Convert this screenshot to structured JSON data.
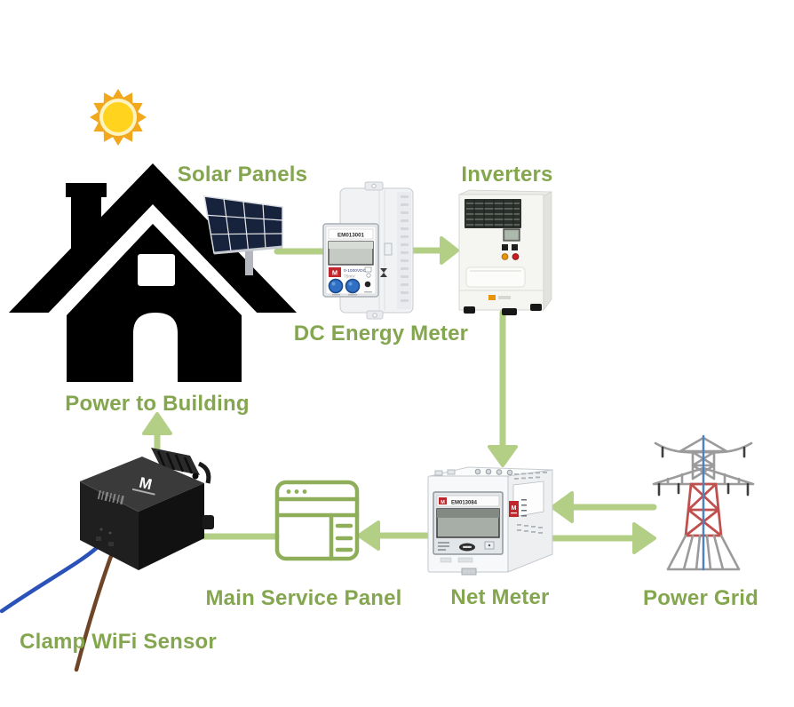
{
  "labels": {
    "solar_panels": "Solar Panels",
    "inverters": "Inverters",
    "dc_energy_meter": "DC Energy Meter",
    "power_to_building": "Power to Building",
    "main_service_panel": "Main Service Panel",
    "net_meter": "Net Meter",
    "power_grid": "Power Grid",
    "clamp_wifi_sensor": "Clamp WiFi Sensor"
  },
  "devices": {
    "dc_meter": {
      "model": "EM013001",
      "range": "0-1000VDC",
      "shunt": "75mV",
      "logo": "M"
    },
    "net_meter": {
      "model": "EM013084",
      "logo": "M"
    },
    "clamp_sensor": {
      "logo": "M"
    }
  },
  "connections": [
    {
      "from": "Solar Panels",
      "to": "DC Energy Meter",
      "arrowhead": false
    },
    {
      "from": "DC Energy Meter",
      "to": "Inverters",
      "arrowhead": true
    },
    {
      "from": "Inverters",
      "to": "Net Meter",
      "arrowhead": true
    },
    {
      "from": "Power Grid",
      "to": "Net Meter",
      "arrowhead": true
    },
    {
      "from": "Net Meter",
      "to": "Power Grid",
      "arrowhead": true
    },
    {
      "from": "Net Meter",
      "to": "Main Service Panel",
      "arrowhead": true
    },
    {
      "from": "Clamp WiFi Sensor",
      "to": "Main Service Panel",
      "arrowhead": false
    },
    {
      "from": "Clamp WiFi Sensor",
      "to": "Power to Building",
      "arrowhead": true
    }
  ],
  "colors": {
    "label_green": "#84a64e",
    "arrow_green": "#b3cf85",
    "icon_green": "#8fae5a",
    "logo_red": "#c0272d",
    "sun_ray": "#f2a81d",
    "sun_ring": "#fdf3c0",
    "sun_core": "#ffd31e",
    "panel_blue": "#17233d",
    "tower_gray": "#9b9b9b",
    "tower_red": "#c0504d",
    "tower_blue": "#4f81bd",
    "house_black": "#000000",
    "wire_blue": "#2a52b8",
    "wire_brown": "#6e4526"
  }
}
